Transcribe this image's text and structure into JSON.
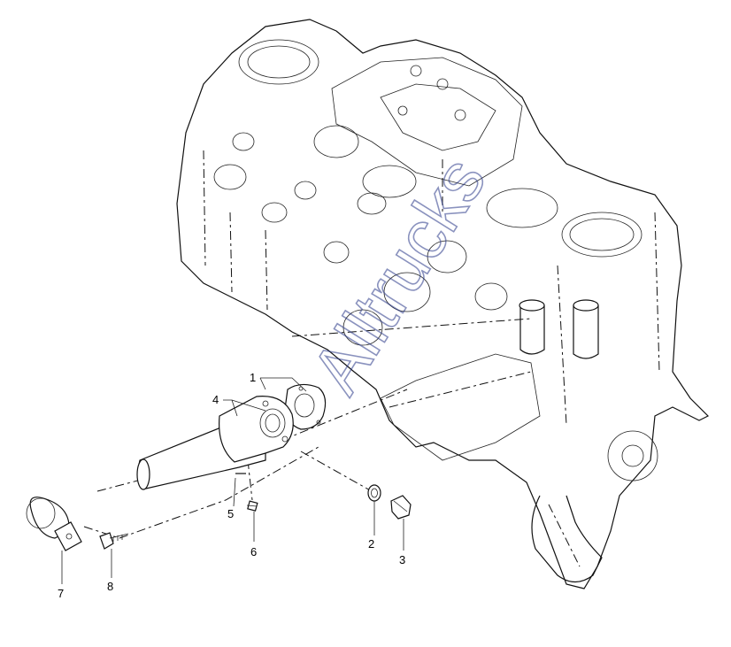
{
  "callouts": [
    {
      "id": "1",
      "label": "1"
    },
    {
      "id": "2",
      "label": "2"
    },
    {
      "id": "3",
      "label": "3"
    },
    {
      "id": "4",
      "label": "4"
    },
    {
      "id": "5",
      "label": "5"
    },
    {
      "id": "6",
      "label": "6"
    },
    {
      "id": "7",
      "label": "7"
    },
    {
      "id": "8",
      "label": "8"
    }
  ],
  "watermark": "Alltrucks"
}
